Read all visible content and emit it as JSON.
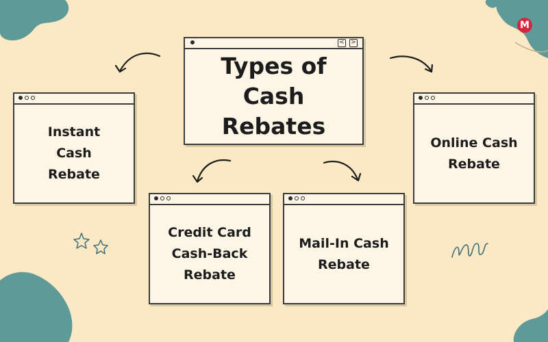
{
  "diagram": {
    "title": "Types of Cash Rebates",
    "title_lines": [
      "Types of",
      "Cash",
      "Rebates"
    ],
    "nodes": [
      {
        "id": "instant",
        "lines": [
          "Instant",
          "Cash",
          "Rebate"
        ]
      },
      {
        "id": "online",
        "lines": [
          "Online Cash",
          "Rebate"
        ]
      },
      {
        "id": "credit",
        "lines": [
          "Credit Card",
          "Cash-Back",
          "Rebate"
        ]
      },
      {
        "id": "mailin",
        "lines": [
          "Mail-In Cash",
          "Rebate"
        ]
      }
    ],
    "nav_glyphs": [
      "<",
      ">"
    ]
  },
  "logo": {
    "letter": "M",
    "color": "#d7263d"
  },
  "colors": {
    "background": "#fbe8c4",
    "window_fill": "#fdf5e6",
    "outline": "#3a3a3a",
    "blob": "#5d9a98"
  }
}
